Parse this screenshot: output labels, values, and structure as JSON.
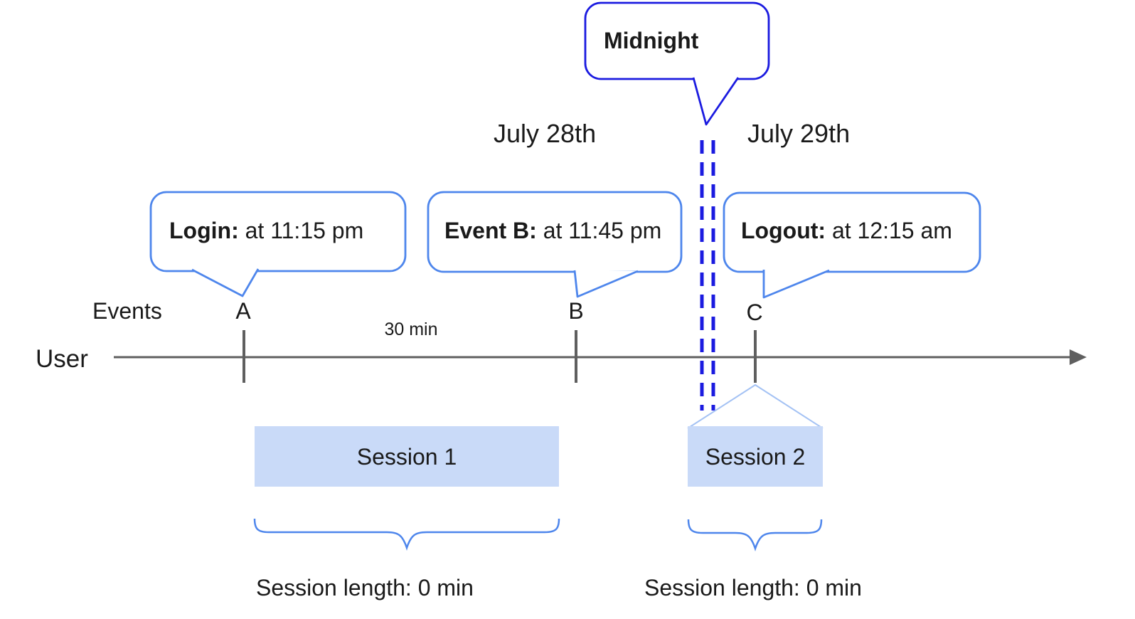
{
  "colors": {
    "axis": "#5f5f5f",
    "callout_border": "#4e86ec",
    "midnight_blue": "#1b1be0",
    "session_fill": "#c9daf8",
    "connector_light": "#a4c2f4",
    "brace": "#4e86ec"
  },
  "timeline": {
    "row_label_events": "Events",
    "row_label_user": "User",
    "interval_label": "30 min",
    "date_left": "July 28th",
    "date_right": "July 29th",
    "markers": {
      "a": "A",
      "b": "B",
      "c": "C"
    }
  },
  "midnight_callout": {
    "label": "Midnight"
  },
  "callouts": {
    "login": {
      "title": "Login:",
      "detail": " at 11:15 pm"
    },
    "event_b": {
      "title": "Event B:",
      "detail": " at 11:45 pm"
    },
    "logout": {
      "title": "Logout:",
      "detail": " at 12:15 am"
    }
  },
  "sessions": [
    {
      "label": "Session 1",
      "length_label": "Session length: 0 min"
    },
    {
      "label": "Session 2",
      "length_label": "Session length: 0 min"
    }
  ]
}
